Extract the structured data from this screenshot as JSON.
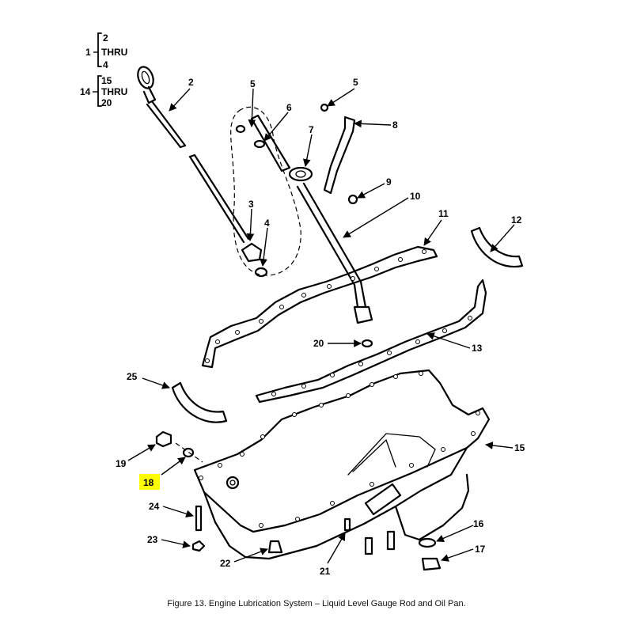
{
  "legend": {
    "group1": {
      "number": "1",
      "from": "2",
      "thru": "THRU",
      "to": "4"
    },
    "group2": {
      "number": "14",
      "from": "15",
      "thru": "THRU",
      "to": "20"
    }
  },
  "callouts": {
    "c2": "2",
    "c3": "3",
    "c4": "4",
    "c5a": "5",
    "c5b": "5",
    "c6": "6",
    "c7": "7",
    "c8": "8",
    "c9": "9",
    "c10": "10",
    "c11": "11",
    "c12": "12",
    "c13": "13",
    "c15": "15",
    "c16": "16",
    "c17": "17",
    "c18": "18",
    "c19": "19",
    "c20": "20",
    "c21": "21",
    "c22": "22",
    "c23": "23",
    "c24": "24",
    "c25": "25"
  },
  "highlighted_callout": "18",
  "highlight_color": "#ffff00",
  "caption": "Figure 13.  Engine Lubrication System – Liquid Level Gauge Rod and Oil Pan."
}
